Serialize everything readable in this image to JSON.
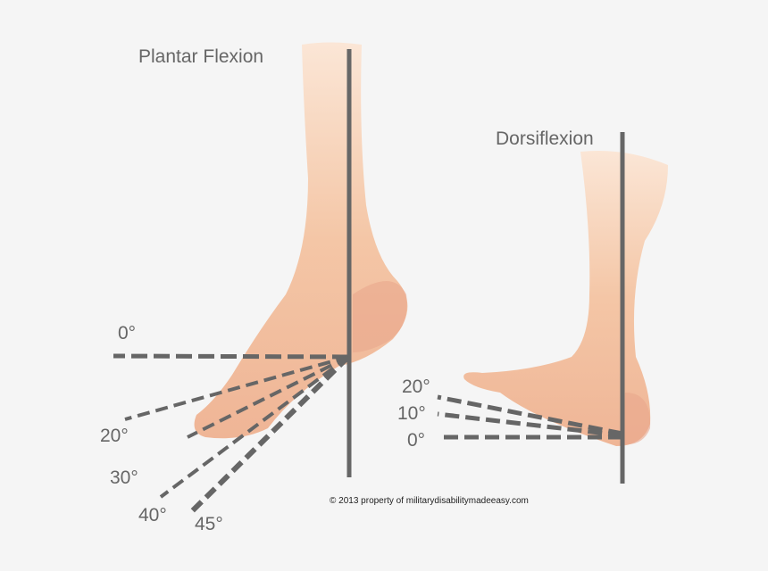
{
  "plantar": {
    "title": "Plantar Flexion",
    "angles": [
      "0°",
      "20°",
      "30°",
      "40°",
      "45°"
    ]
  },
  "dorsi": {
    "title": "Dorsiflexion",
    "angles": [
      "20°",
      "10°",
      "0°"
    ]
  },
  "copyright": "© 2013 property of militarydisabilitymadeeasy.com",
  "colors": {
    "line": "#666666",
    "skin": "#f3c3a2",
    "skin_shadow": "#e8a98c",
    "background": "#f5f5f5"
  }
}
